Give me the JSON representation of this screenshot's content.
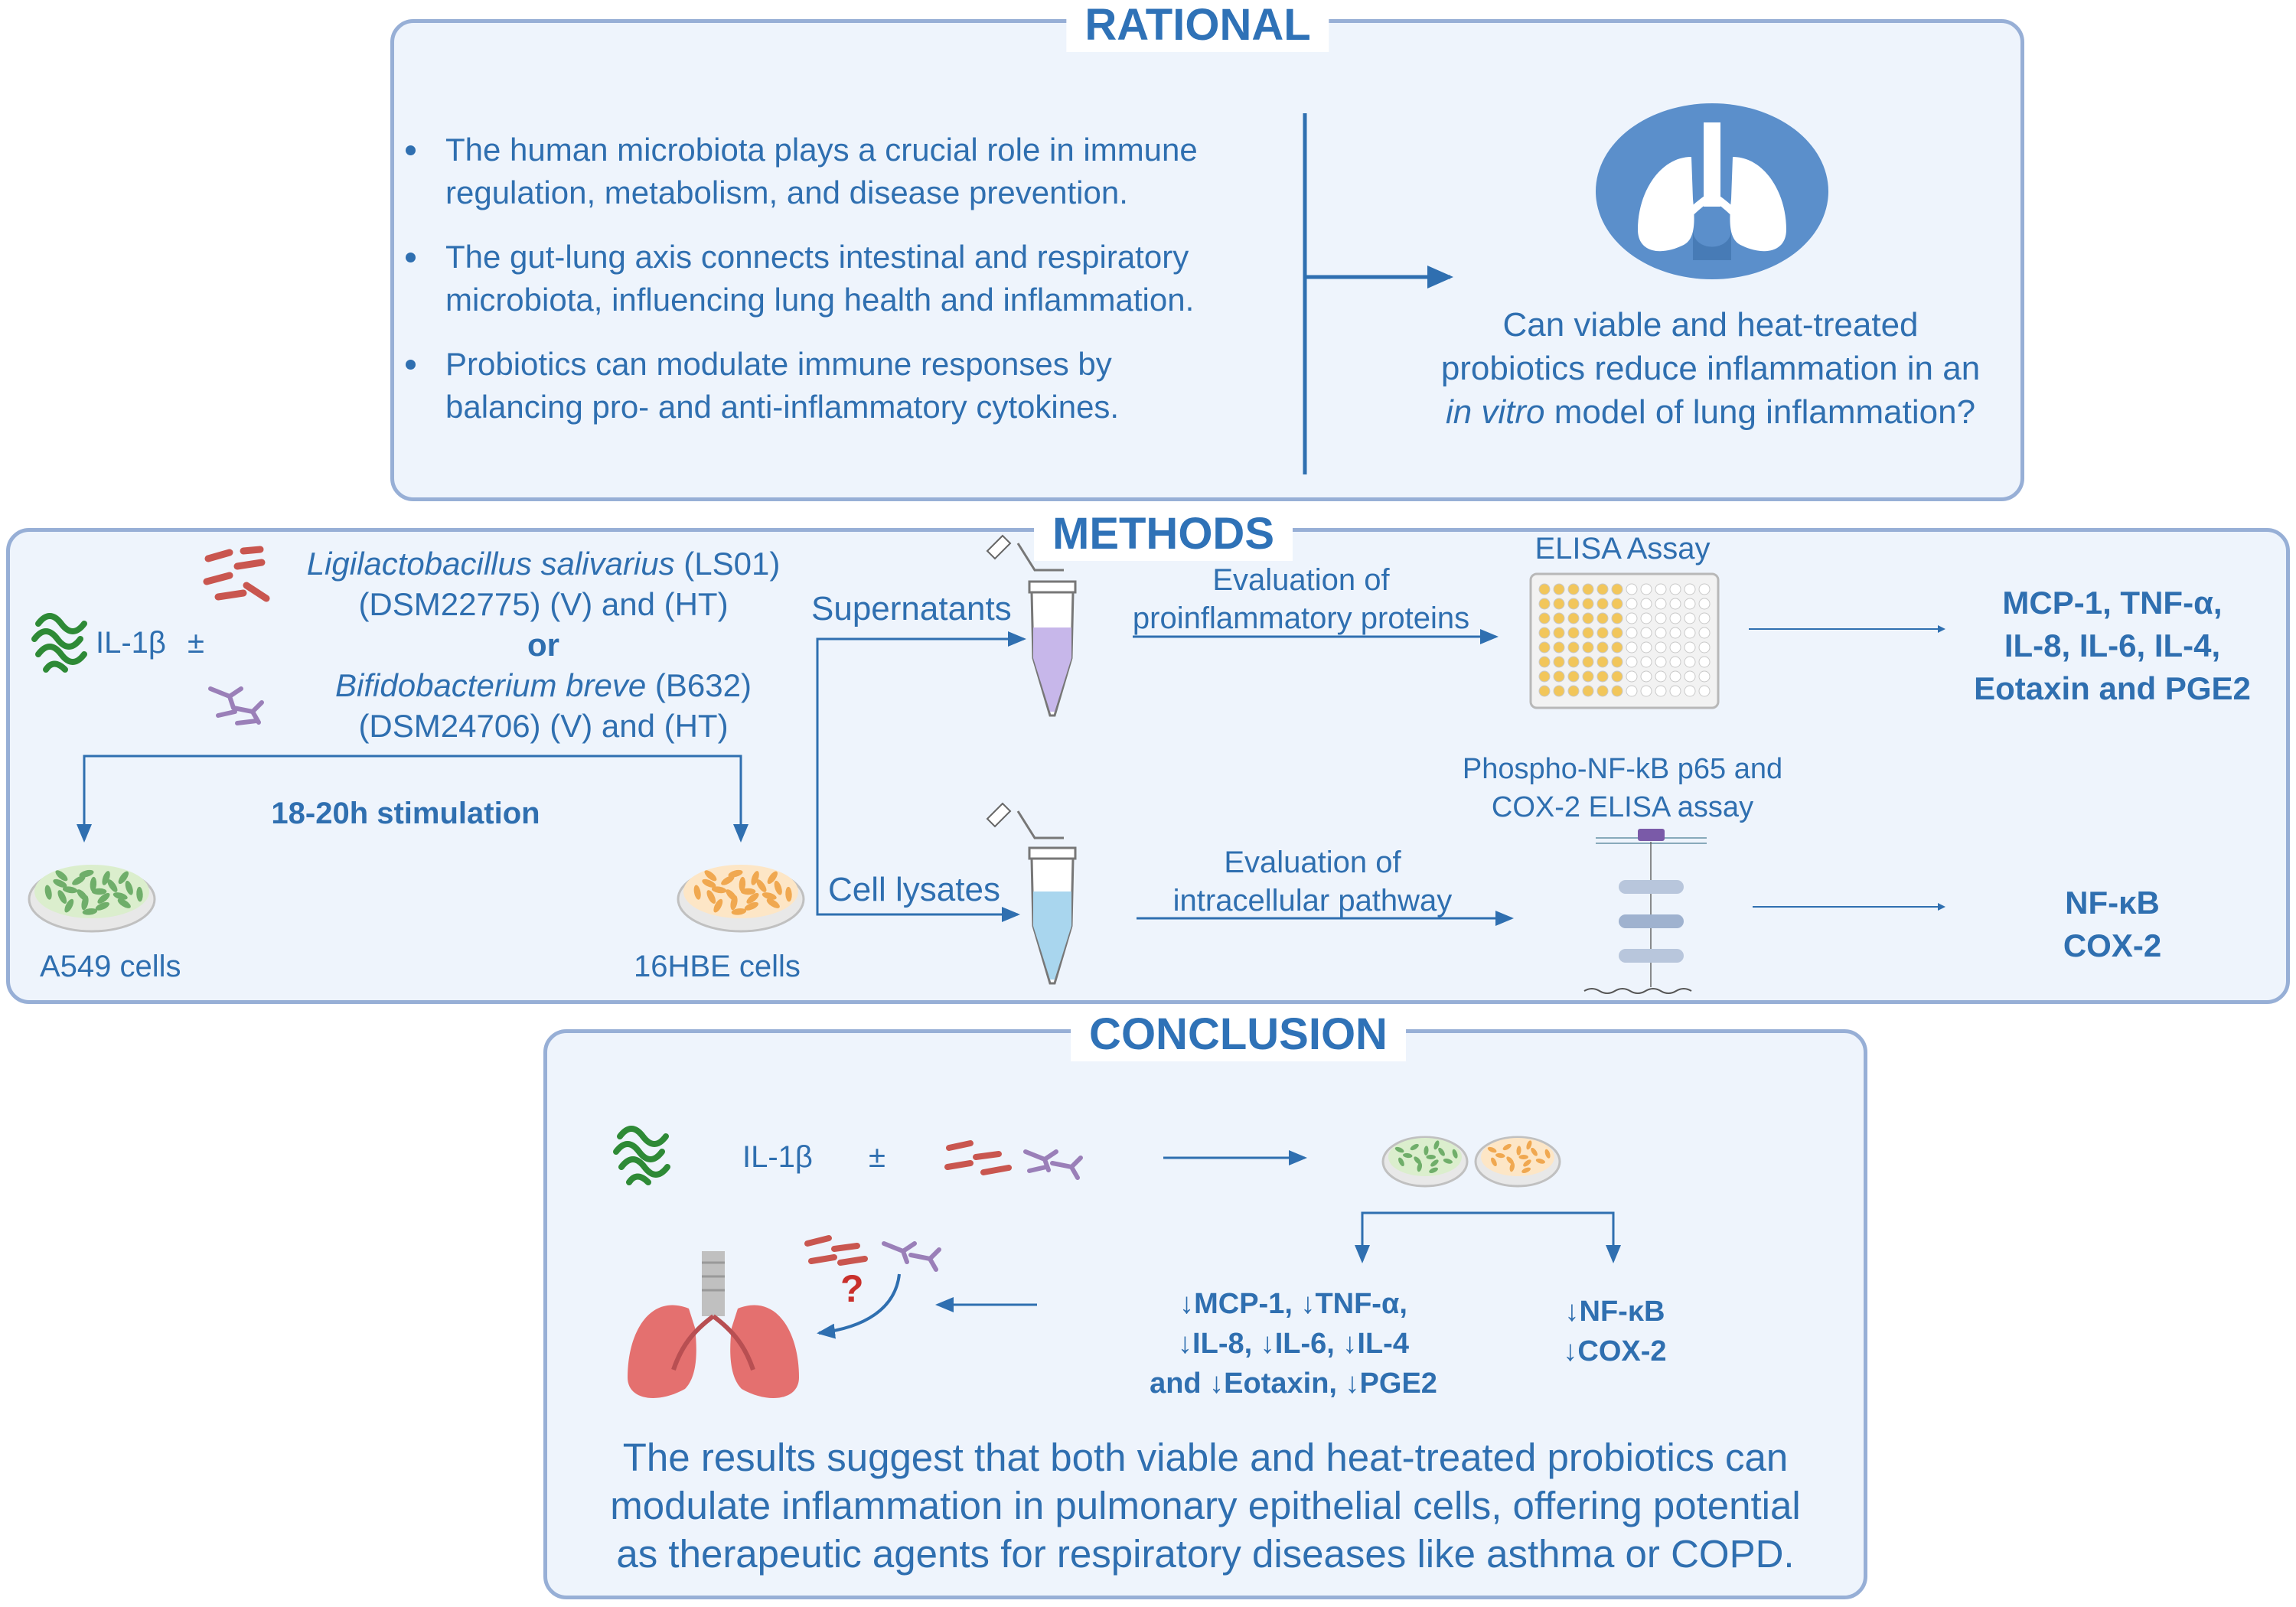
{
  "rational": {
    "title": "RATIONAL",
    "bullets": [
      "The human microbiota plays a crucial role in immune regulation, metabolism, and disease prevention.",
      "The gut-lung axis connects intestinal and respiratory microbiota, influencing lung health and inflammation.",
      "Probiotics can modulate immune responses by balancing pro- and anti-inflammatory cytokines."
    ],
    "question_line1": "Can viable and heat-treated",
    "question_line2": "probiotics reduce inflammation in an",
    "question_line3_italic": "in vitro",
    "question_line3_rest": " model of lung inflammation?"
  },
  "methods": {
    "title": "METHODS",
    "il1b": "IL-1β",
    "pm": "±",
    "strain1_name": "Ligilactobacillus salivarius",
    "strain1_code": " (LS01)",
    "strain1_line2": "(DSM22775) (V) and (HT)",
    "or": "or",
    "strain2_name": "Bifidobacterium breve",
    "strain2_code": " (B632)",
    "strain2_line2": "(DSM24706) (V) and (HT)",
    "stimulation": "18-20h stimulation",
    "cell_a": "A549 cells",
    "cell_b": "16HBE cells",
    "supernatants": "Supernatants",
    "cell_lysates": "Cell lysates",
    "eval1_line1": "Evaluation of",
    "eval1_line2": "proinflammatory proteins",
    "eval2_line1": "Evaluation of",
    "eval2_line2": "intracellular pathway",
    "elisa": "ELISA Assay",
    "phospho_line1": "Phospho-NF-kB p65 and",
    "phospho_line2": "COX-2 ELISA assay",
    "outputs1": [
      "MCP-1, TNF-α,",
      "IL-8, IL-6, IL-4,",
      "Eotaxin and PGE2"
    ],
    "outputs2": [
      "NF-κB",
      "COX-2"
    ]
  },
  "conclusion": {
    "title": "CONCLUSION",
    "il1b": "IL-1β",
    "pm": "±",
    "question_mark": "?",
    "results1": [
      "↓MCP-1, ↓TNF-α,",
      "↓IL-8, ↓IL-6, ↓IL-4",
      "and ↓Eotaxin, ↓PGE2"
    ],
    "results2": [
      "↓NF-κB",
      "↓COX-2"
    ],
    "summary": [
      "The results suggest that both viable and heat-treated probiotics can",
      "modulate inflammation in pulmonary epithelial cells, offering potential",
      "as therapeutic agents for respiratory diseases like asthma or COPD."
    ]
  },
  "colors": {
    "text_blue": "#2f6fb0",
    "panel_border": "#97afd6",
    "panel_fill": "#eef4fc",
    "lung_circle": "#5b8fcb",
    "bacteria_red": "#c9564f",
    "bacteria_purple": "#9a7fb8",
    "cell_green": "#6fae6a",
    "cell_orange": "#f0b060",
    "lung_pink": "#e4706f"
  }
}
